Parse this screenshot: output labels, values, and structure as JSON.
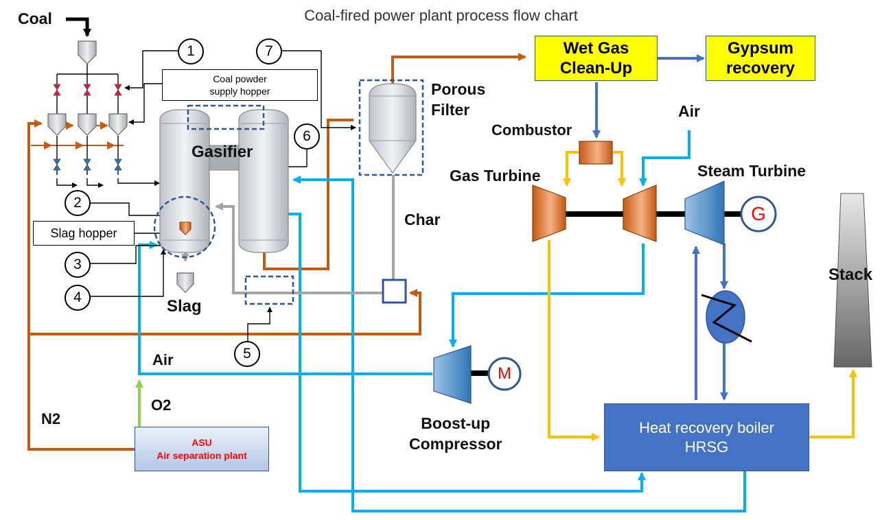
{
  "title": "Coal-fired power plant process flow chart",
  "labels": {
    "coal": "Coal",
    "coal_powder_hopper_line1": "Coal powder",
    "coal_powder_hopper_line2": "supply hopper",
    "gasifier": "Gasifier",
    "porous_filter_line1": "Porous",
    "porous_filter_line2": "Filter",
    "char": "Char",
    "slag_hopper": "Slag hopper",
    "slag": "Slag",
    "air_left": "Air",
    "o2": "O2",
    "n2": "N2",
    "wet_gas_line1": "Wet Gas",
    "wet_gas_line2": "Clean-Up",
    "gypsum_line1": "Gypsum",
    "gypsum_line2": "recovery",
    "combustor": "Combustor",
    "air_top": "Air",
    "gas_turbine": "Gas Turbine",
    "steam_turbine": "Steam Turbine",
    "generator": "G",
    "motor": "M",
    "stack": "Stack",
    "boost_line1": "Boost-up",
    "boost_line2": "Compressor",
    "hrsg_line1": "Heat recovery boiler",
    "hrsg_line2": "HRSG",
    "asu_line1": "ASU",
    "asu_line2": "Air separation plant"
  },
  "markers": [
    "1",
    "2",
    "3",
    "4",
    "5",
    "6",
    "7"
  ],
  "colors": {
    "syngas_orange": "#c55a11",
    "air_blue": "#00b0f0",
    "steam_blue": "#4472c4",
    "exhaust_yellow": "#ffc000",
    "o2_green": "#92d050",
    "char_gray": "#a6a6a6",
    "highlight_yellow": "#ffff00",
    "hrsg_blue": "#4472c4",
    "generator_red": "#ff0000",
    "asu_red": "#ff0000"
  }
}
